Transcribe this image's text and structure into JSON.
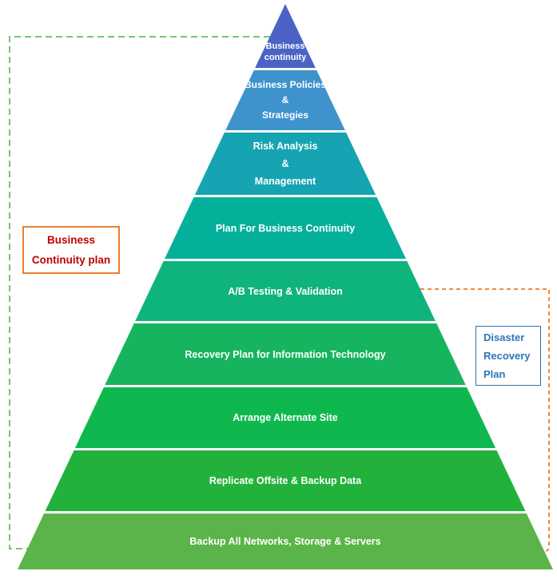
{
  "pyramid": {
    "text_color": "#ffffff",
    "separator_color": "#ffffff",
    "levels": [
      {
        "name": "business-continuity",
        "color": "#4a63c5",
        "lines": [
          "Business",
          "continuity"
        ]
      },
      {
        "name": "business-policies-strategies",
        "color": "#3e93cc",
        "lines": [
          "Business Policies",
          "&",
          "Strategies"
        ]
      },
      {
        "name": "risk-analysis-management",
        "color": "#16a4b2",
        "lines": [
          "Risk Analysis",
          "&",
          "Management"
        ]
      },
      {
        "name": "plan-for-business-continuity",
        "color": "#05b09b",
        "lines": [
          "Plan For Business Continuity"
        ]
      },
      {
        "name": "ab-testing-validation",
        "color": "#0fb37c",
        "lines": [
          "A/B Testing & Validation"
        ]
      },
      {
        "name": "recovery-plan-information-technology",
        "color": "#16b45e",
        "lines": [
          "Recovery Plan for Information Technology"
        ]
      },
      {
        "name": "arrange-alternate-site",
        "color": "#0fb84e",
        "lines": [
          "Arrange Alternate Site"
        ]
      },
      {
        "name": "replicate-offsite-backup-data",
        "color": "#22b23c",
        "lines": [
          "Replicate Offsite & Backup Data"
        ]
      },
      {
        "name": "backup-all-networks-storage-servers",
        "color": "#5bb449",
        "lines": [
          "Backup All Networks, Storage & Servers"
        ]
      }
    ]
  },
  "annotations": {
    "business_continuity_plan": {
      "lines": [
        "Business",
        "Continuity plan"
      ],
      "text_color": "#c00000",
      "border_color": "#ed7d31",
      "bracket_color": "#77c573"
    },
    "disaster_recovery_plan": {
      "lines": [
        "Disaster",
        "Recovery",
        "Plan"
      ],
      "text_color": "#2e75b6",
      "border_color": "#2e75b6",
      "bracket_color": "#ed8b3f"
    }
  }
}
